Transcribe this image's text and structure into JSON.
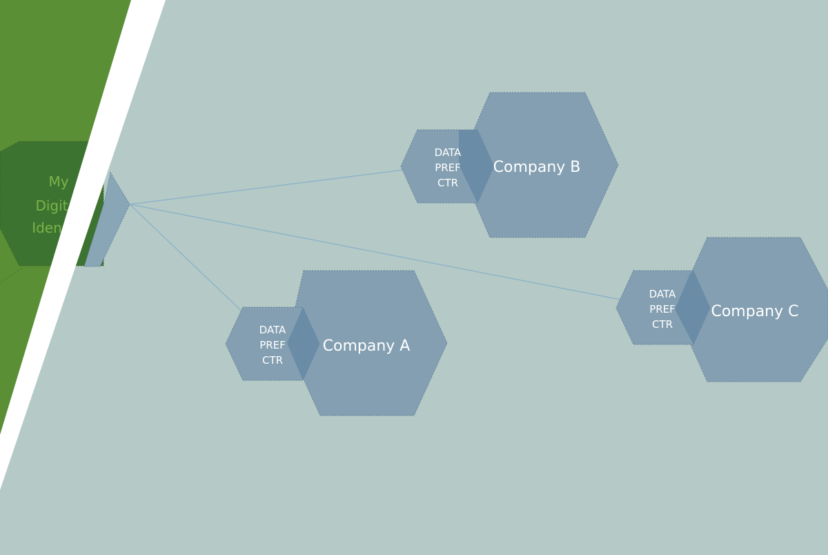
{
  "colors": {
    "background": "#b5cac6",
    "green_panel": "#5a8f35",
    "green_hex": "#3d7330",
    "green_text": "#7ab34a",
    "divider": "#ffffff",
    "company_hex_fill": "#7f9db0",
    "company_hex_stroke": "#5f7f9a",
    "overlap_fill": "#6a8ca6",
    "connector": "#8fb3c9",
    "label_text": "#ffffff"
  },
  "identity": {
    "label_lines": [
      "My",
      "Digit",
      "Iden"
    ]
  },
  "pref_center": {
    "label_lines": [
      "DATA",
      "PREF",
      "CTR"
    ]
  },
  "companies": [
    {
      "name": "Company A"
    },
    {
      "name": "Company B"
    },
    {
      "name": "Company C"
    }
  ]
}
